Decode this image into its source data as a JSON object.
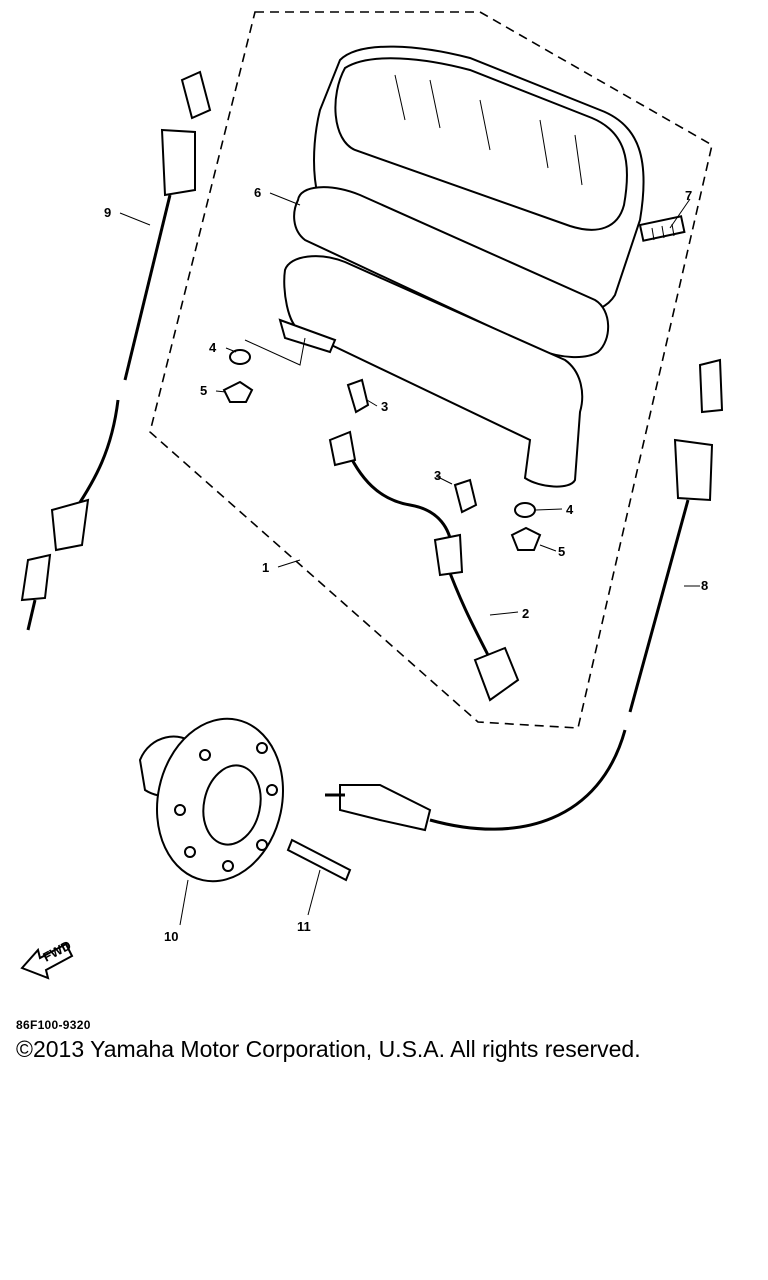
{
  "diagram": {
    "callouts": {
      "c1": "1",
      "c2": "2",
      "c3a": "3",
      "c3b": "3",
      "c4a": "4",
      "c4b": "4",
      "c5a": "5",
      "c5b": "5",
      "c6": "6",
      "c7": "7",
      "c8": "8",
      "c9": "9",
      "c10": "10",
      "c11": "11"
    },
    "fwd_label": "FWD"
  },
  "footer": {
    "diagram_code": "86F100-9320",
    "copyright": "©2013 Yamaha Motor Corporation, U.S.A. All rights reserved."
  }
}
